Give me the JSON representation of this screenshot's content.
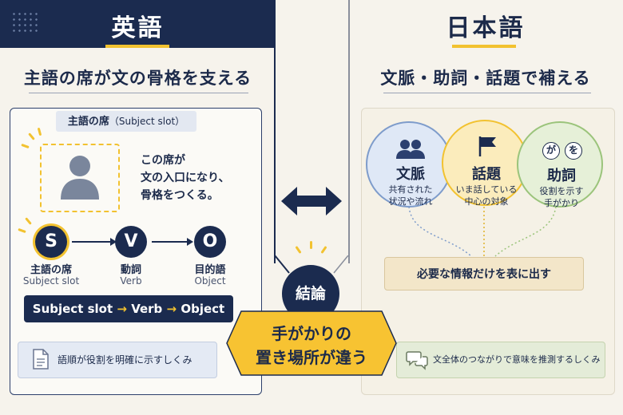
{
  "english": {
    "title": "英語",
    "subtitle": "主語の席が文の骨格を支える",
    "subject_tag": "主語の席",
    "subject_tag_en": "（Subject slot）",
    "slot_description": [
      "この席が",
      "文の入口になり、",
      "骨格をつくる。"
    ],
    "nodes": [
      {
        "letter": "S",
        "label": "主語の席",
        "sub": "Subject slot"
      },
      {
        "letter": "V",
        "label": "動詞",
        "sub": "Verb"
      },
      {
        "letter": "O",
        "label": "目的語",
        "sub": "Object"
      }
    ],
    "svo_bar": {
      "part1": "Subject slot",
      "arrow": "→",
      "part2": "Verb",
      "part3": "Object"
    },
    "note": "語順が役割を明確に示すしくみ"
  },
  "japanese": {
    "title": "日本語",
    "subtitle": "文脈・助詞・話題で補える",
    "circles": [
      {
        "title": "文脈",
        "desc": [
          "共有された",
          "状況や流れ"
        ],
        "icon": "people-icon"
      },
      {
        "title": "話題",
        "desc": [
          "いま話している",
          "中心の対象"
        ],
        "icon": "flag-icon"
      },
      {
        "title": "助詞",
        "desc": [
          "役割を示す",
          "手がかり"
        ],
        "kana": [
          "が",
          "を"
        ]
      }
    ],
    "summary": "必要な情報だけを表に出す",
    "note": "文全体のつながりで意味を推測するしくみ"
  },
  "center": {
    "conclusion": "結論",
    "message_line1": "手がかりの",
    "message_line2": "置き場所が違う"
  },
  "colors": {
    "navy": "#1b2b4f",
    "yellow": "#f2c230",
    "blue_circle": "#dfe8f6",
    "yellow_circle": "#fbecbc",
    "green_circle": "#e6f0d8"
  }
}
